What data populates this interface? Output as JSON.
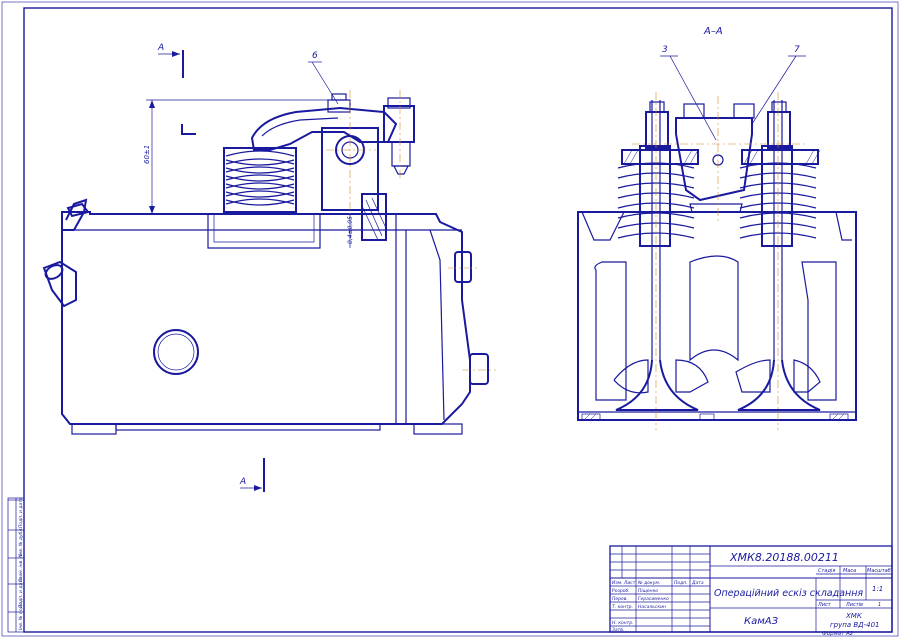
{
  "drawing": {
    "section_label": "А–А",
    "view_arrow_letter_top": "А",
    "view_arrow_letter_bottom": "А",
    "callouts": [
      "6",
      "3",
      "7"
    ],
    "dimensions": {
      "height": "60±1",
      "gap": "0,4±0,05"
    }
  },
  "side_strip": {
    "cells": [
      "Інв. № подл.",
      "Подп. и дата",
      "Взам. інв. №",
      "Інв. № дубл.",
      "Подп. и дата"
    ]
  },
  "title_block": {
    "designation": "ХМК8.20188.00211",
    "title": "Операційний ескіз складання",
    "product": "КамАЗ",
    "organization": "ХМК",
    "group": "група ВД-401",
    "format": "Формат   А2",
    "headers": {
      "stage": "Стадія",
      "mass": "Маса",
      "scale": "Масштаб"
    },
    "sheet_label": "Лист",
    "sheets_label": "Листів",
    "sheets_value": "1",
    "scale_value": "1:1",
    "roles": [
      {
        "role": "Розроб.",
        "name": "Піщенко"
      },
      {
        "role": "Перев.",
        "name": "Герасименко"
      },
      {
        "role": "Т. контр.",
        "name": "Насальскин"
      },
      {
        "role": "Н. контр.",
        "name": ""
      },
      {
        "role": "Затв.",
        "name": ""
      }
    ],
    "header_row": [
      "Изм.",
      "Лист",
      "№ докум.",
      "Подп.",
      "Дата"
    ]
  }
}
